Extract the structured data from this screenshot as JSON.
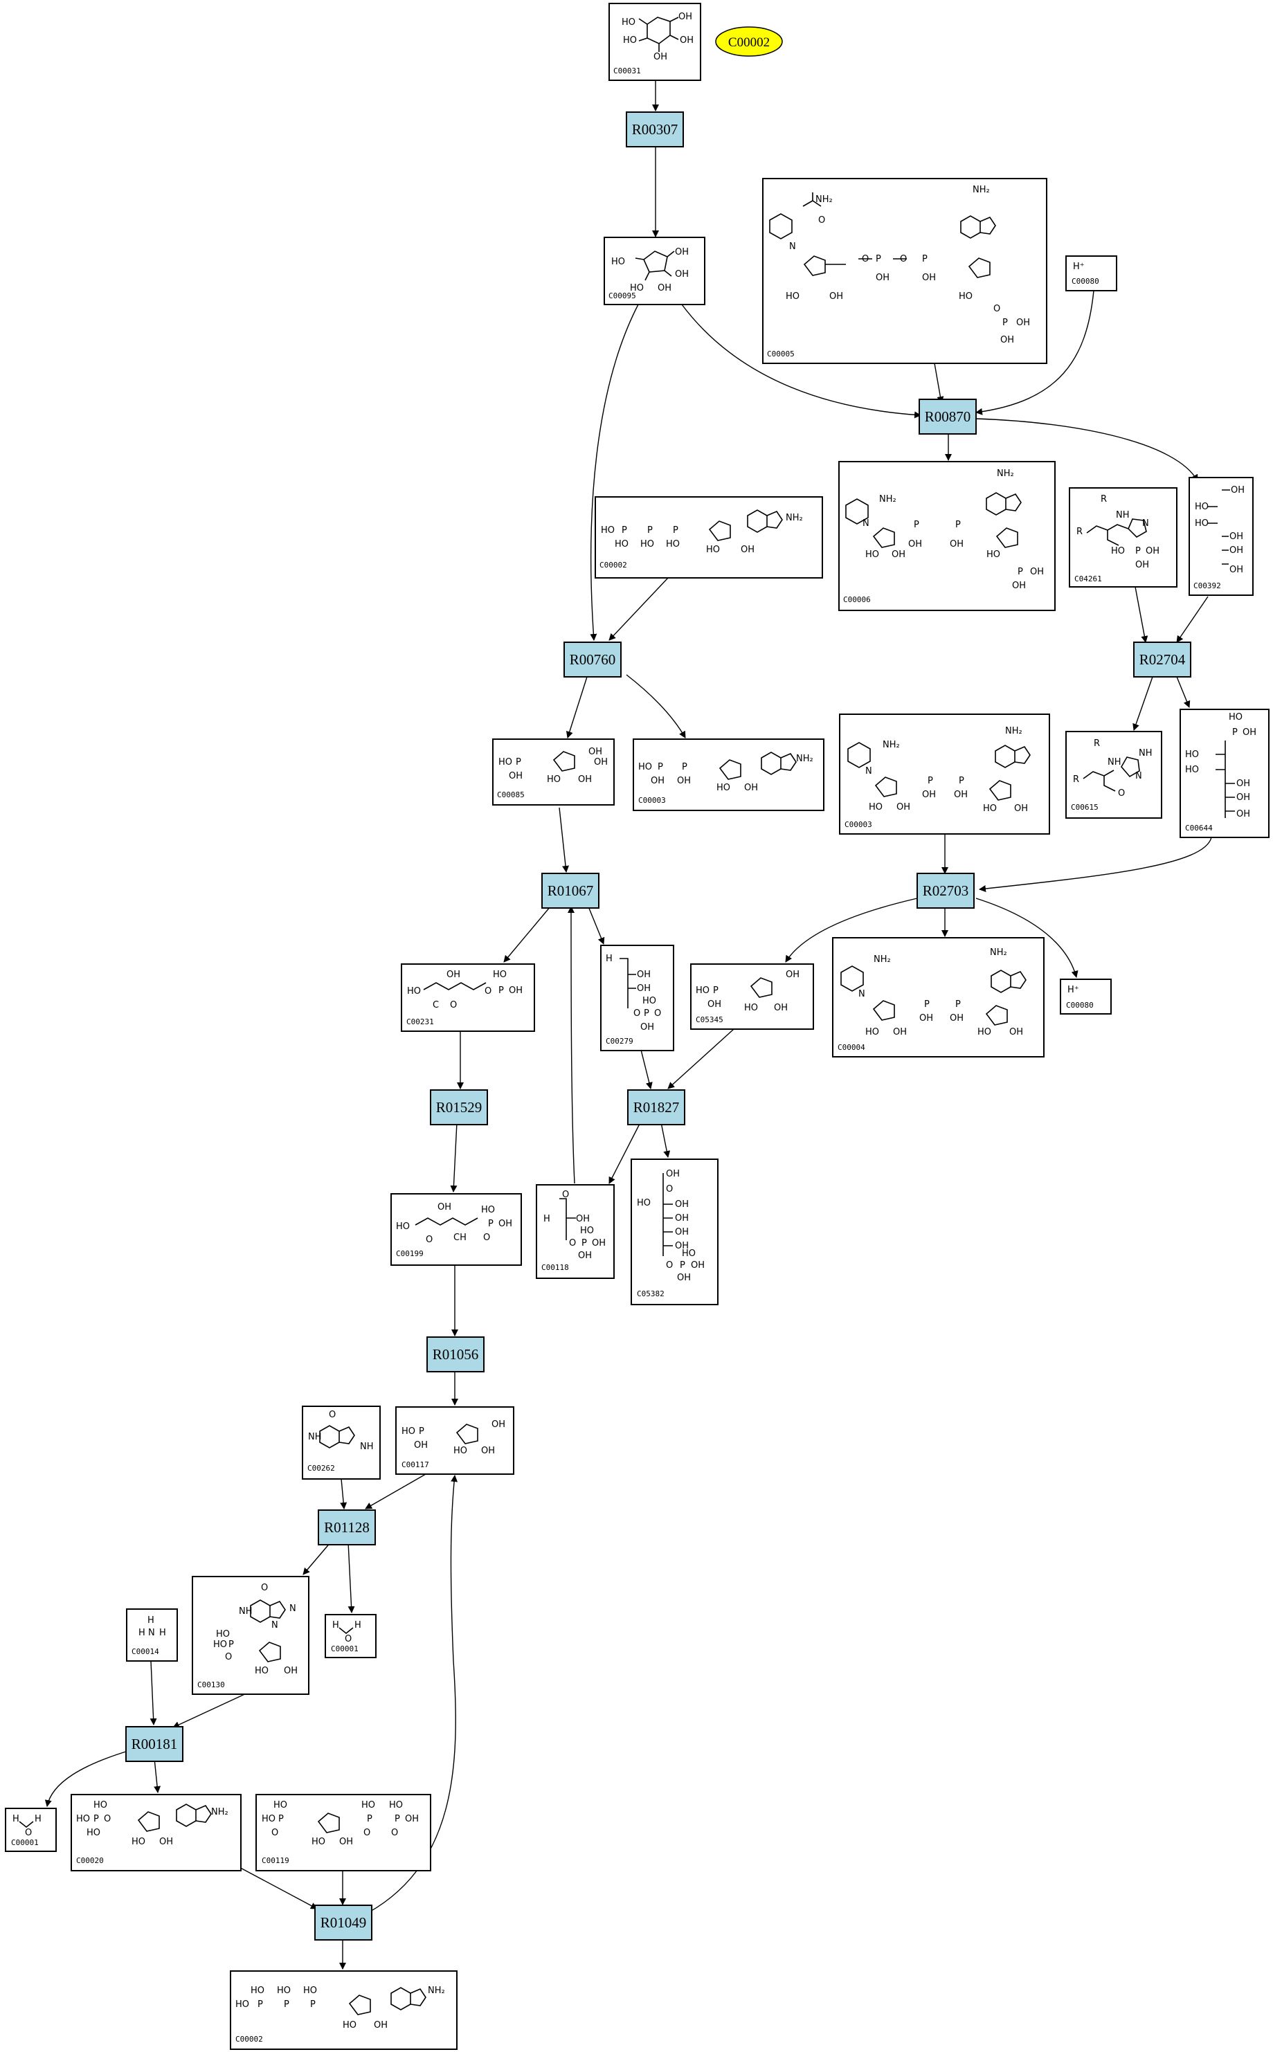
{
  "start_node": {
    "label": "C00002",
    "color": "#ffff00"
  },
  "reaction_color": "#add8e6",
  "reactions": {
    "R00307": "R00307",
    "R00870": "R00870",
    "R00760": "R00760",
    "R02704": "R02704",
    "R01067": "R01067",
    "R02703": "R02703",
    "R01529": "R01529",
    "R01827": "R01827",
    "R01056": "R01056",
    "R01128": "R01128",
    "R00181": "R00181",
    "R01049": "R01049"
  },
  "compounds": {
    "C00031": "C00031",
    "C00095": "C00095",
    "C00005": "C00005",
    "C00080a": "C00080",
    "C00006": "C00006",
    "C04261": "C04261",
    "C00392": "C00392",
    "C00002a": "C00002",
    "C00085": "C00085",
    "C00003a": "C00003",
    "C00003b": "C00003",
    "C00615": "C00615",
    "C00644": "C00644",
    "C00231": "C00231",
    "C00279": "C00279",
    "C05345": "C05345",
    "C00004": "C00004",
    "C00080b": "C00080",
    "C00199": "C00199",
    "C00118": "C00118",
    "C05382": "C05382",
    "C00262": "C00262",
    "C00117": "C00117",
    "C00130": "C00130",
    "C00001a": "C00001",
    "C00014": "C00014",
    "C00001b": "C00001",
    "C00020": "C00020",
    "C00119": "C00119",
    "C00002b": "C00002"
  },
  "atoms": {
    "HO": "HO",
    "OH": "OH",
    "O": "O",
    "N": "N",
    "NH": "NH",
    "NH2": "NH₂",
    "P": "P",
    "H": "H",
    "R": "R",
    "Hplus": "H⁺",
    "C": "C",
    "CH": "CH"
  }
}
